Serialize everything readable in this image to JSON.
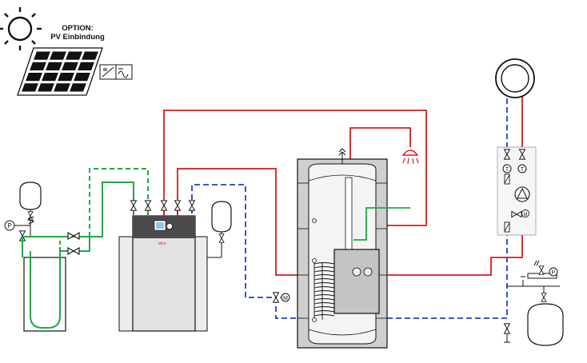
{
  "option_label": {
    "line1": "OPTION:",
    "line2": "PV Einbindung"
  },
  "boiler": {
    "brand": "elco"
  },
  "colors": {
    "supply": "#d61c1c",
    "return": "#1f3fd1",
    "solar_green": "#22a745",
    "solar_green_option": "#22a745",
    "outline": "#111111",
    "boiler_body": "#e6e6e6",
    "boiler_panel": "#4a4a4a",
    "tank_insulation": "#cfcfcf",
    "tank_inner": "#f4f4f4",
    "hx_module": "#c4c4c4"
  },
  "icons": [
    "sun-icon",
    "pv-panel-icon",
    "inverter-icon",
    "pressure-gauge-icon",
    "thermometer-icon",
    "pump-icon",
    "motor-valve-icon",
    "shower-icon",
    "radiator-icon",
    "expansion-vessel-icon",
    "air-vent-icon"
  ]
}
